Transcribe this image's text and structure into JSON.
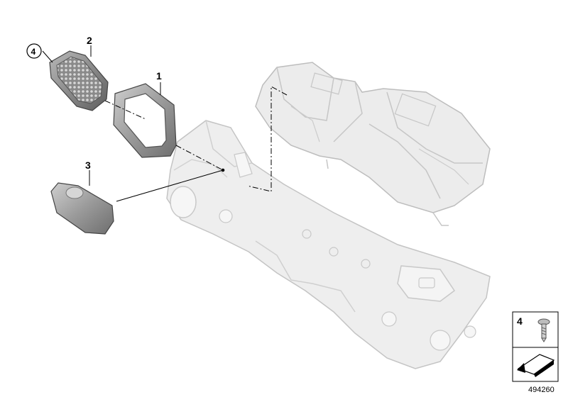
{
  "diagram": {
    "callouts": {
      "part1": "1",
      "part2": "2",
      "part3": "3",
      "part4_circled": "4"
    },
    "legend": {
      "item4_label": "4"
    },
    "image_number": "494260"
  },
  "colors": {
    "part_dark": "#6a6a6a",
    "part_mid": "#9a9a9a",
    "ghost_fill": "#ececec",
    "ghost_stroke": "#c4c4c4",
    "leader": "#000000"
  },
  "icons": {
    "screw": "screw-icon",
    "orientation": "orientation-arrow-icon"
  }
}
